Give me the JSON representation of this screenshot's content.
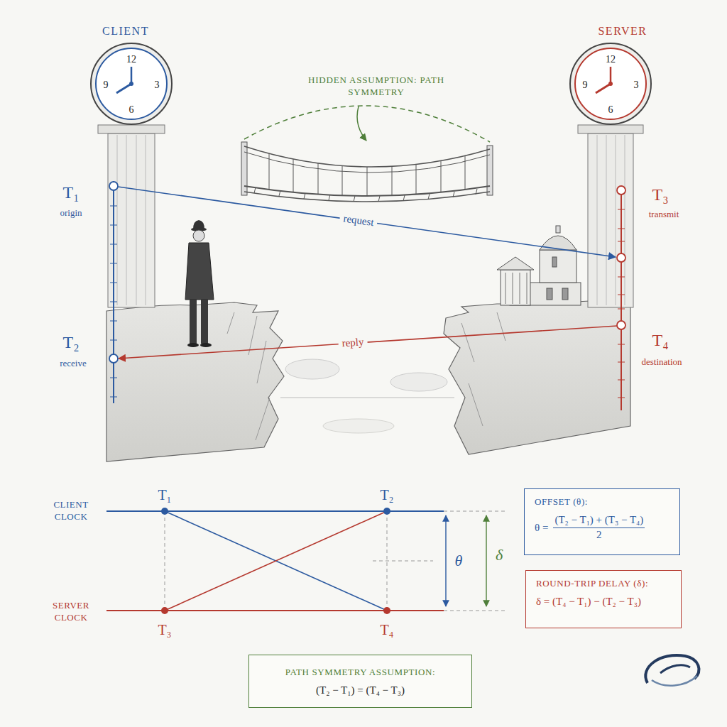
{
  "diagram": {
    "nodes": [
      {
        "text": [
          "OFFSET (θ):",
          "θ =",
          "(T₂ − T₁) + (T₃ − T₄)",
          "2"
        ]
      },
      {
        "text": [
          "ROUND-TRIP DELAY (δ):",
          "δ = (T₄ − T₁) − (T₂ − T₃)"
        ]
      },
      {
        "text": [
          "PATH SYMMETRY ASSUMPTION:",
          "(T₂ − T₁) = (T₄ − T₃)"
        ]
      }
    ],
    "labels": [
      "CLIENT",
      "12",
      "3",
      "6",
      "9",
      "SERVER",
      "12",
      "3",
      "6",
      "9",
      "HIDDEN ASSUMPTION: PATH SYMMETRY",
      "T₁",
      "origin",
      "request",
      "T₃",
      "transmit",
      "T₂",
      "receive",
      "reply",
      "T₄",
      "destination",
      "CLIENT CLOCK",
      "SERVER CLOCK",
      "T₁",
      "T₂",
      "T₃",
      "T₄",
      "θ",
      "δ"
    ]
  }
}
